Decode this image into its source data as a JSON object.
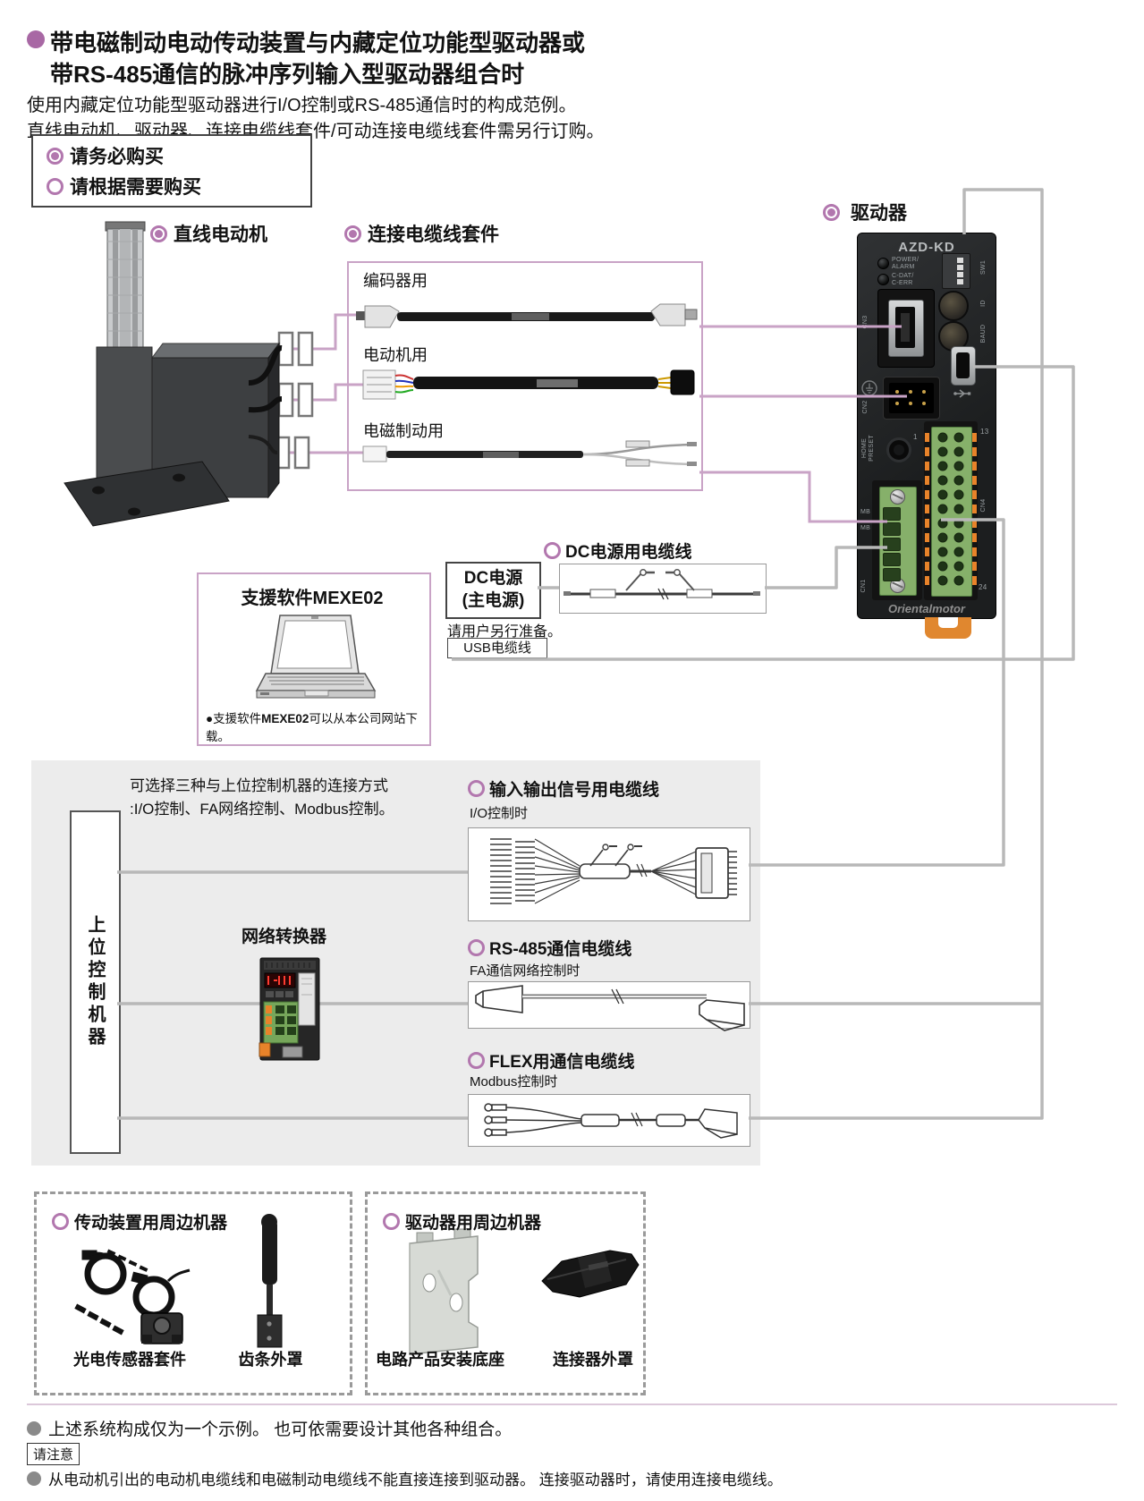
{
  "header": {
    "title1": "带电磁制动电动传动装置与内藏定位功能型驱动器或",
    "title2": "带RS-485通信的脉冲序列输入型驱动器组合时",
    "desc1": "使用内藏定位功能型驱动器进行I/O控制或RS-485通信时的构成范例。",
    "desc2": "直线电动机、驱动器、连接电缆线套件/可动连接电缆线套件需另行订购。"
  },
  "legend": {
    "required": "请务必购买",
    "optional": "请根据需要购买"
  },
  "motor": {
    "label": "直线电动机"
  },
  "cable_set": {
    "label": "连接电缆线套件",
    "encoder": "编码器用",
    "motor": "电动机用",
    "brake": "电磁制动用"
  },
  "driver": {
    "label": "驱动器",
    "model": "AZD-KD",
    "led1_top": "POWER/",
    "led1_bot": "ALARM",
    "led2_top": "C-DAT/",
    "led2_bot": "C-ERR",
    "sw1": "SW1",
    "id": "ID",
    "baud": "BAUD",
    "cn3": "CN3",
    "cn2": "CN2",
    "home": "HOME",
    "preset": "PRESET",
    "pin1": "1",
    "pin13": "13",
    "pin24": "24",
    "cn4": "CN4",
    "mb_a": "MB",
    "mb_b": "MB",
    "cn1": "CN1",
    "brand": "Orientalmotor"
  },
  "dc": {
    "box1": "DC电源",
    "box2": "(主电源)",
    "cable_label": "DC电源用电缆线",
    "prepare_note": "请用户另行准备。",
    "usb_label": "USB电缆线"
  },
  "mexe02": {
    "title": "支援软件MEXE02",
    "note_pre": "支援软件",
    "note_bold": "MEXE02",
    "note_post": "可以从本公司网站下载。"
  },
  "control": {
    "line1": "可选择三种与上位控制机器的连接方式",
    "line2": ":I/O控制、FA网络控制、Modbus控制。",
    "host": "上位控制机器",
    "converter": "网络转换器",
    "io_label": "输入输出信号用电缆线",
    "io_sub": "I/O控制时",
    "rs_label": "RS-485通信电缆线",
    "rs_sub": "FA通信网络控制时",
    "flex_label": "FLEX用通信电缆线",
    "flex_sub": "Modbus控制时"
  },
  "peripherals": {
    "act_label": "传动装置用周边机器",
    "act_item1": "光电传感器套件",
    "act_item2": "齿条外罩",
    "drv_label": "驱动器用周边机器",
    "drv_item1": "电路产品安装底座",
    "drv_item2": "连接器外罩"
  },
  "footer": {
    "note1": "上述系统构成仅为一个示例。 也可依需要设计其他各种组合。",
    "caution": "请注意",
    "note2": "从电动机引出的电动机电缆线和电磁制动电缆线不能直接连接到驱动器。 连接驱动器时，请使用连接电缆线。"
  },
  "colors": {
    "accent_purple": "#b277ae",
    "line_purple": "#c9a3c6",
    "line_gray": "#b8b8b8",
    "band_gray": "#ececec",
    "terminal_green": "#86b06a",
    "terminal_orange": "#e8832a",
    "driver_black": "#232323"
  }
}
